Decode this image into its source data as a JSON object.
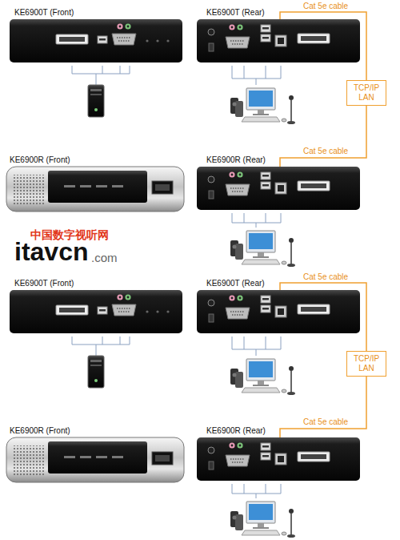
{
  "diagram": {
    "nodes": [
      {
        "text": [
          "KE6900T (Front)"
        ]
      },
      {
        "text": [
          "KE6900T (Rear)"
        ]
      },
      {
        "text": [
          "TCP/IP LAN"
        ]
      },
      {
        "text": [
          "KE6900R (Front)"
        ]
      },
      {
        "text": [
          "KE6900R (Rear)"
        ]
      },
      {
        "text": [
          "KE6900T (Front)"
        ]
      },
      {
        "text": [
          "KE6900T (Rear)"
        ]
      },
      {
        "text": [
          "TCP/IP LAN"
        ]
      },
      {
        "text": [
          "KE6900R (Front)"
        ]
      },
      {
        "text": [
          "KE6900R (Rear)"
        ]
      }
    ],
    "edges": [
      {
        "from": 1,
        "to": 2,
        "label": "Cat 5e cable",
        "arrow": "none"
      },
      {
        "from": 2,
        "to": 4,
        "label": "Cat 5e cable",
        "arrow": "none"
      },
      {
        "from": 6,
        "to": 7,
        "label": "Cat 5e cable",
        "arrow": "none"
      },
      {
        "from": 7,
        "to": 9,
        "label": "Cat 5e cable",
        "arrow": "none"
      }
    ],
    "labels": [
      "中国数字视听网",
      "itavcn",
      ".com"
    ]
  }
}
